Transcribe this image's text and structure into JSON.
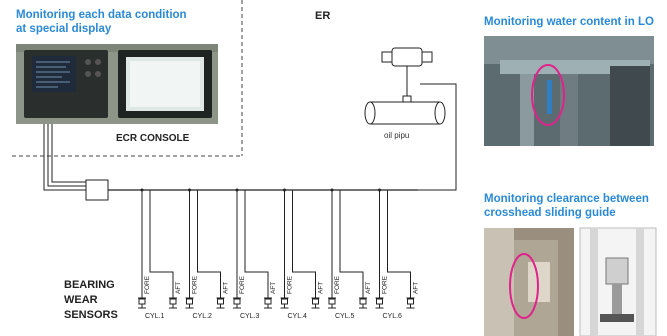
{
  "top_left_title": [
    "Monitoring each data condition",
    "at special display"
  ],
  "console_label": "ECR CONSOLE",
  "er_label": "ER",
  "oil_pipe_label": "oil pipu",
  "right_top_title": "Monitoring water content in LO",
  "right_bottom_title": [
    "Monitoring clearance between",
    "crosshead sliding guide"
  ],
  "sensors_label": [
    "BEARING",
    "WEAR",
    "SENSORS"
  ],
  "cylinders": [
    {
      "name": "CYL.1",
      "fore": "FORE",
      "aft": "AFT"
    },
    {
      "name": "CYL.2",
      "fore": "FORE",
      "aft": "AFT"
    },
    {
      "name": "CYL.3",
      "fore": "FORE",
      "aft": "AFT"
    },
    {
      "name": "CYL.4",
      "fore": "FORE",
      "aft": "AFT"
    },
    {
      "name": "CYL.5",
      "fore": "FORE",
      "aft": "AFT"
    },
    {
      "name": "CYL.6",
      "fore": "FORE",
      "aft": "AFT"
    }
  ],
  "colors": {
    "title_blue": "#2b8ad6",
    "highlight": "#e0228a"
  }
}
